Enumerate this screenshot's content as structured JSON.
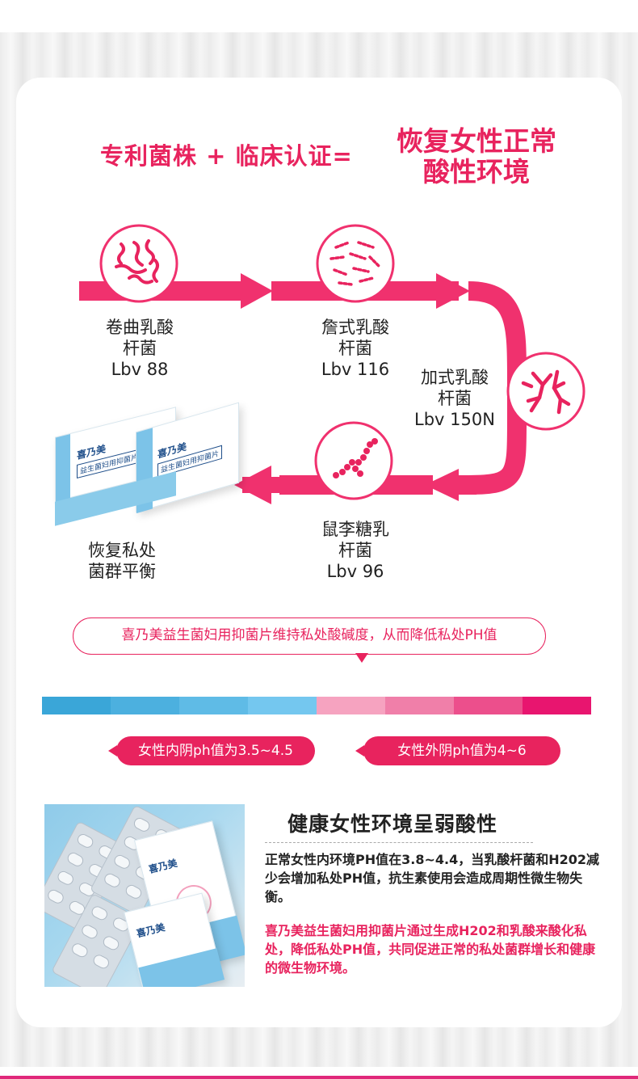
{
  "headline": {
    "left": "专利菌株 + 临床认证=",
    "right_line1": "恢复女性正常",
    "right_line2": "酸性环境"
  },
  "strains": [
    {
      "line1": "卷曲乳酸",
      "line2": "杆菌",
      "code": "Lbv 88"
    },
    {
      "line1": "詹式乳酸",
      "line2": "杆菌",
      "code": "Lbv 116"
    },
    {
      "line1": "加式乳酸",
      "line2": "杆菌",
      "code": "Lbv 150N"
    },
    {
      "line1": "鼠李糖乳",
      "line2": "杆菌",
      "code": "Lbv 96"
    }
  ],
  "result": {
    "line1": "恢复私处",
    "line2": "菌群平衡"
  },
  "product": {
    "logo": "喜乃美",
    "title": "益生菌妇用抑菌片"
  },
  "statement": "喜乃美益生菌妇用抑菌片维持私处酸碱度，从而降低私处PH值",
  "ph_scale": {
    "colors": [
      "#3aa6d8",
      "#4cb0df",
      "#5fbbe6",
      "#74c7ef",
      "#f6a3c0",
      "#f07fa9",
      "#ec4f8c",
      "#e8156f"
    ]
  },
  "ph_badges": {
    "inner": "女性内阴ph值为3.5~4.5",
    "outer": "女性外阴ph值为4~6"
  },
  "section": {
    "title": "健康女性环境呈弱酸性",
    "para1": "正常女性内环境PH值在3.8~4.4，当乳酸杆菌和H202减少会增加私处PH值，抗生素使用会造成周期性微生物失衡。",
    "para2": "喜乃美益生菌妇用抑菌片通过生成H202和乳酸来酸化私处，降低私处PH值，共同促进正常的私处菌群增长和健康的微生物环境。"
  },
  "colors": {
    "accent": "#e8235e",
    "text": "#222222",
    "card": "#ffffff"
  },
  "icons": [
    "curly-bacteria-icon",
    "rod-bacteria-icon",
    "branched-bacteria-icon",
    "chain-bacteria-icon"
  ]
}
